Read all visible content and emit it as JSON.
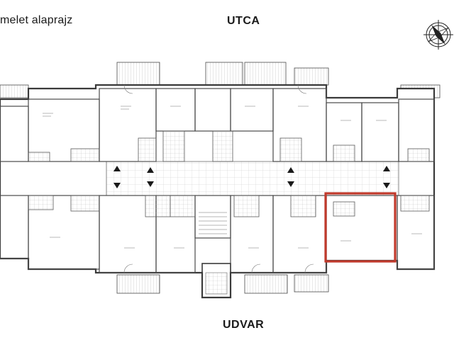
{
  "labels": {
    "floor_title": "melet alaprajz",
    "street": "UTCA",
    "yard": "UDVAR"
  },
  "highlight": {
    "color": "#c0392b"
  },
  "compass": {
    "icon": "north-arrow-compass-icon"
  },
  "colors": {
    "line": "#4a4a4a",
    "grid": "#b5b5b5",
    "background": "#ffffff"
  }
}
